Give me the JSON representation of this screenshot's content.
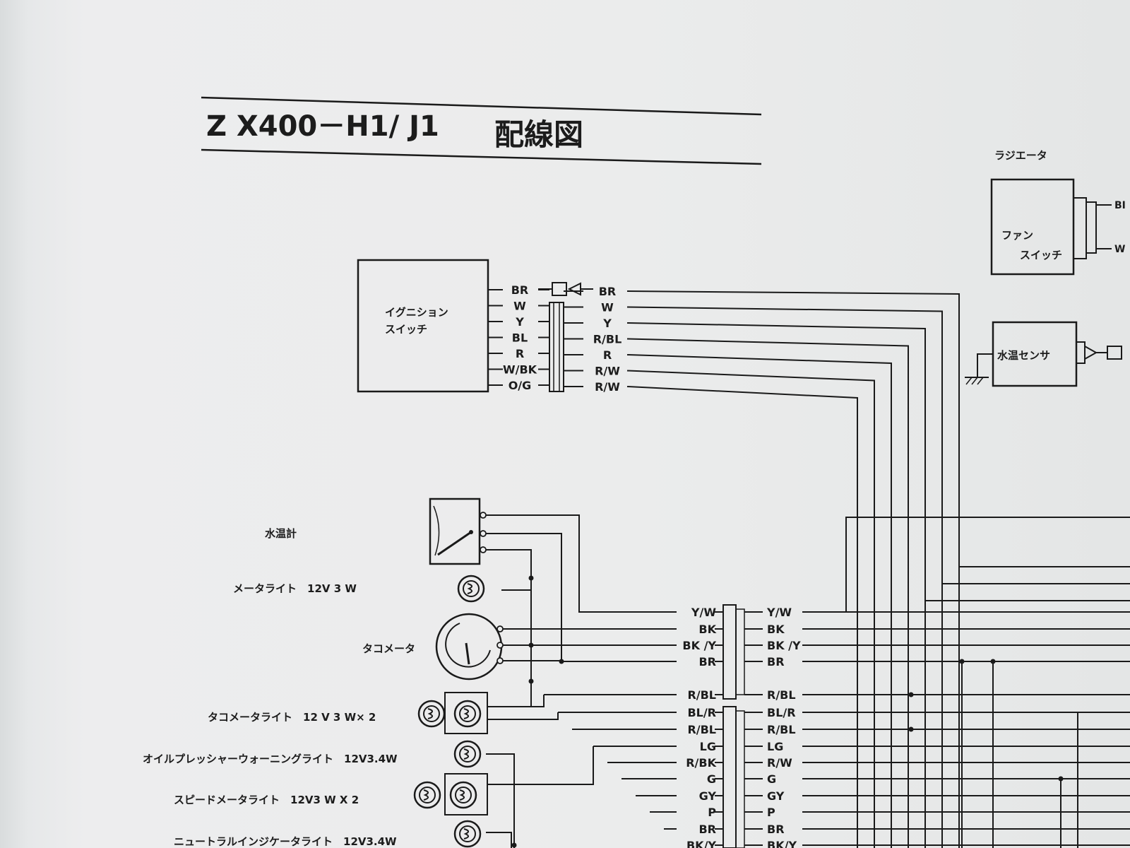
{
  "title": {
    "model": "Z X400－H1/ J1",
    "suffix": "配線図"
  },
  "components": {
    "ignition_switch": "イグニション\nスイッチ",
    "radiator": "ラジエータ",
    "fan_switch": "ファン\nスイッチ",
    "water_temp_sensor": "水温センサ",
    "water_temp_gauge": "水温計",
    "meter_light": "メータライト　12V 3 W",
    "tachometer": "タコメータ",
    "tach_light": "タコメータライト　12 V 3 W× 2",
    "oil_pressure_light": "オイルプレッシャーウォーニングライト　12V3.4W",
    "speedometer_light": "スピードメータライト　12V3 W X 2",
    "neutral_light": "ニュートラルインジケータライト　12V3.4W"
  },
  "wires": {
    "ignition_left": [
      "BR",
      "W",
      "Y",
      "BL",
      "R",
      "W/BK",
      "O/G"
    ],
    "ignition_right": [
      "BR",
      "W",
      "Y",
      "R/BL",
      "R",
      "R/W",
      "R/W"
    ],
    "fan_switch": [
      "BI",
      "W"
    ],
    "meter_left": [
      "Y/W",
      "BK",
      "BK /Y",
      "BR",
      "R/BL",
      "BL/R",
      "R/BL",
      "LG",
      "R/BK",
      "G",
      "GY",
      "P",
      "BR",
      "BK/Y"
    ],
    "meter_right": [
      "Y/W",
      "BK",
      "BK /Y",
      "BR",
      "R/BL",
      "BL/R",
      "R/BL",
      "LG",
      "R/W",
      "G",
      "GY",
      "P",
      "BR",
      "BK/Y"
    ]
  }
}
